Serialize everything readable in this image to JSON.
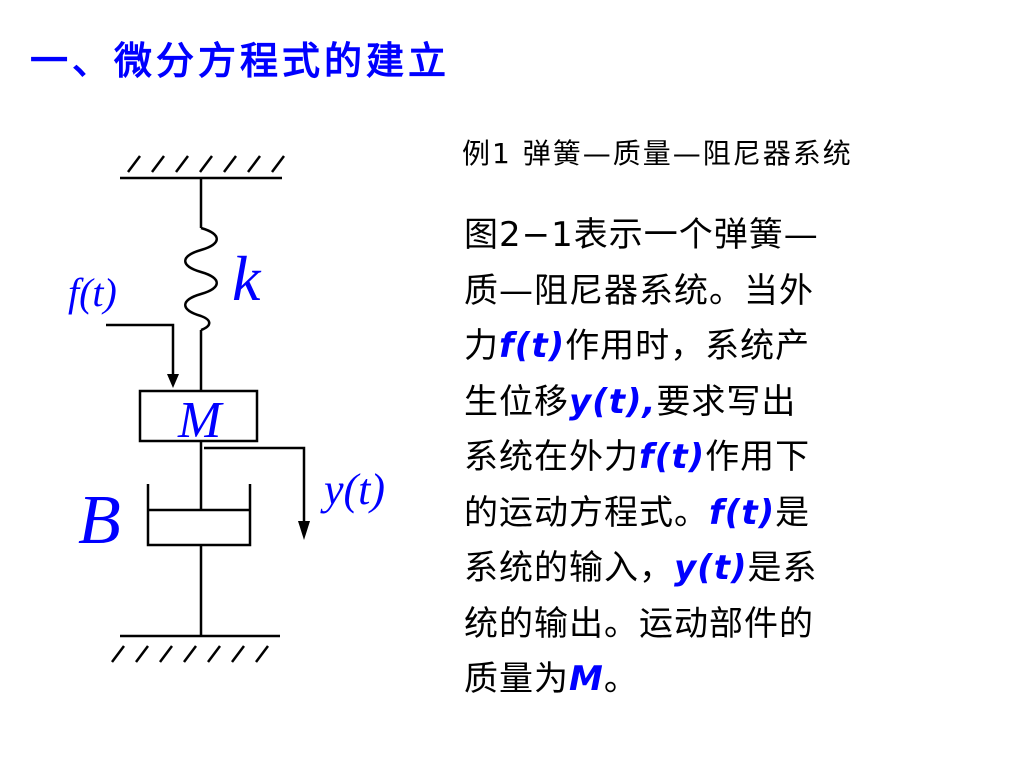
{
  "title": "一、微分方程式的建立",
  "example_heading": "例1  弹簧—质量—阻尼器系统",
  "description_lines": [
    [
      "图2−1表示一个弹簧—"
    ],
    [
      "质—阻尼器系统。当外"
    ],
    [
      "力",
      {
        "hl": "f(t)"
      },
      "作用时，系统产"
    ],
    [
      "生位移",
      {
        "hl": "y(t),"
      },
      "要求写出"
    ],
    [
      "系统在外力",
      {
        "hl": "f(t)"
      },
      "作用下"
    ],
    [
      "的运动方程式。",
      {
        "hl": "f(t)"
      },
      "是"
    ],
    [
      "系统的输入，",
      {
        "hl": "y(t)"
      },
      "是系"
    ],
    [
      "统的输出。运动部件的"
    ],
    [
      "质量为",
      {
        "hl": "M"
      },
      "。"
    ]
  ],
  "diagram": {
    "force_label": "f(t)",
    "spring_label": "k",
    "mass_label": "M",
    "damper_label": "B",
    "displacement_label": "y(t)"
  },
  "colors": {
    "title": "#0000ff",
    "highlight": "#0000ff",
    "diagram_labels": "#0000ff",
    "lines": "#000000"
  }
}
